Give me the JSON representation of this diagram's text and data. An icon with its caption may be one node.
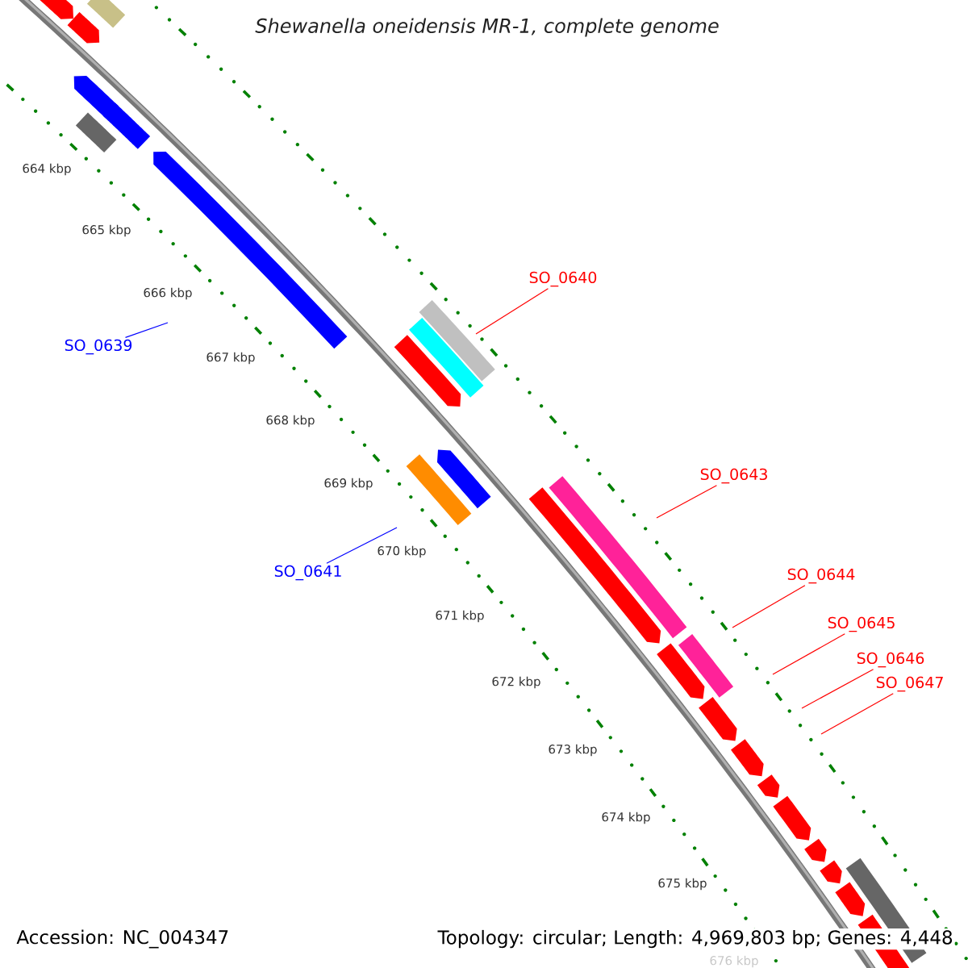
{
  "diagram": {
    "title": "Shewanella oneidensis MR-1, complete genome",
    "nodes": [
      {
        "text": [
          "SO_0639"
        ]
      },
      {
        "text": [
          "SO_0640"
        ]
      },
      {
        "text": [
          "SO_0641"
        ]
      },
      {
        "text": [
          "SO_0643"
        ]
      },
      {
        "text": [
          "SO_0644"
        ]
      },
      {
        "text": [
          "SO_0645"
        ]
      },
      {
        "text": [
          "SO_0646"
        ]
      },
      {
        "text": [
          "SO_0647"
        ]
      }
    ],
    "edges": [
      {
        "from": 0,
        "to": null,
        "arrow": "none",
        "color": "#0000ff"
      },
      {
        "from": 1,
        "to": null,
        "arrow": "none"
      },
      {
        "from": 2,
        "to": null,
        "arrow": "none",
        "color": "#0000ff"
      },
      {
        "from": 3,
        "to": null,
        "arrow": "none"
      },
      {
        "from": 4,
        "to": null,
        "arrow": "none"
      },
      {
        "from": 5,
        "to": null,
        "arrow": "none"
      },
      {
        "from": 6,
        "to": null,
        "arrow": "none"
      },
      {
        "from": 7,
        "to": null,
        "arrow": "none"
      }
    ],
    "labels": [
      "664 kbp",
      "665 kbp",
      "666 kbp",
      "667 kbp",
      "668 kbp",
      "669 kbp",
      "670 kbp",
      "671 kbp",
      "672 kbp",
      "673 kbp",
      "674 kbp",
      "675 kbp",
      "676 kbp",
      "Accession: NC_004347",
      "Topology: circular; Length: 4,969,803 bp; Genes: 4,448"
    ]
  }
}
